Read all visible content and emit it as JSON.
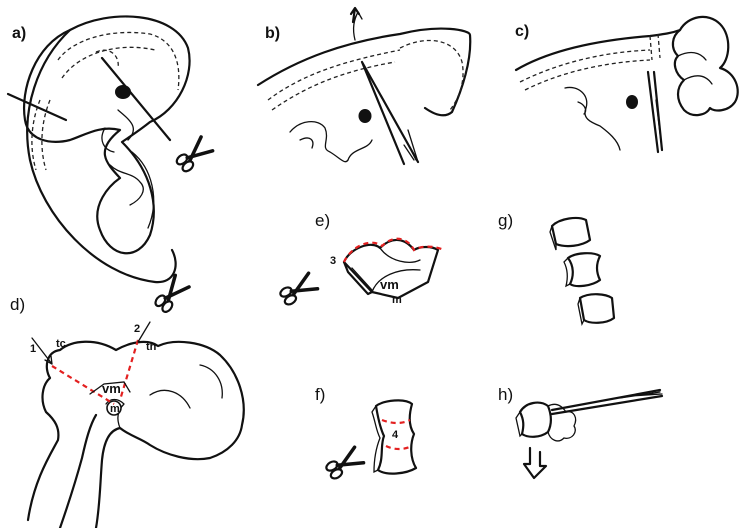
{
  "figure": {
    "panel_labels": {
      "a": "a)",
      "b": "b)",
      "c": "c)",
      "d": "d)",
      "e": "e)",
      "f": "f)",
      "g": "g)",
      "h": "h)"
    },
    "cut_numbers": {
      "one": "1",
      "two": "2",
      "three": "3",
      "four": "4"
    },
    "region_labels": {
      "tc": "tc",
      "th": "th",
      "vm_d": "vm",
      "m_d": "m",
      "vm_e": "vm",
      "m_e": "m"
    },
    "colors": {
      "ink": "#111111",
      "cut_line": "#e32020"
    },
    "icons": [
      "scissors-icon",
      "forceps-icon",
      "arrow-icon"
    ]
  }
}
